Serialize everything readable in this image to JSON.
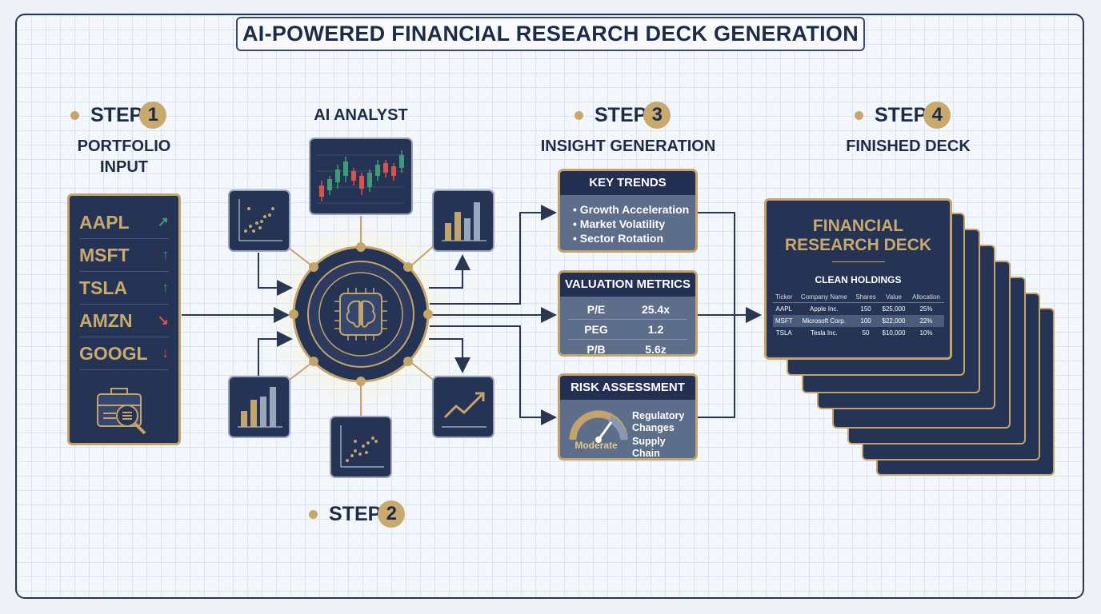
{
  "title": "AI-POWERED FINANCIAL RESEARCH DECK GENERATION",
  "step1": {
    "word": "STEP",
    "number": "1",
    "label_line1": "PORTFOLIO",
    "label_line2": "INPUT"
  },
  "step2": {
    "word": "STEP",
    "number": "2",
    "label": "AI ANALYST"
  },
  "step3": {
    "word": "STEP",
    "number": "3",
    "label": "INSIGHT GENERATION"
  },
  "step4": {
    "word": "STEP",
    "number": "4",
    "label": "FINISHED DECK"
  },
  "portfolio": {
    "tickers": [
      {
        "symbol": "AAPL",
        "arrow": "↗",
        "arrow_color": "#3f9b76"
      },
      {
        "symbol": "MSFT",
        "arrow": "↑",
        "arrow_color": "#3f9b76"
      },
      {
        "symbol": "TSLA",
        "arrow": "↑",
        "arrow_color": "#3f9b76"
      },
      {
        "symbol": "AMZN",
        "arrow": "↘",
        "arrow_color": "#d9534f"
      },
      {
        "symbol": "GOOGL",
        "arrow": "↓",
        "arrow_color": "#d9534f"
      }
    ],
    "icon": "briefcase-magnifier-icon"
  },
  "key_trends": {
    "header": "KEY TRENDS",
    "items": [
      "Growth Acceleration",
      "Market Volatility",
      "Sector Rotation"
    ]
  },
  "valuation": {
    "header": "VALUATION METRICS",
    "rows": [
      {
        "metric": "P/E",
        "value": "25.4x"
      },
      {
        "metric": "PEG",
        "value": "1.2"
      },
      {
        "metric": "P/B",
        "value": "5.6z"
      }
    ]
  },
  "risk": {
    "header": "RISK ASSESSMENT",
    "gauge_label": "Moderate",
    "factors_line1": "Regulatory",
    "factors_line2": "Changes",
    "factors_line3": "Supply Chain"
  },
  "deck": {
    "title_line1": "FINANCIAL",
    "title_line2": "RESEARCH DECK",
    "subtitle": "CLEAN HOLDINGS",
    "columns": [
      "Ticker",
      "Company Name",
      "Shares",
      "Value",
      "Allocation"
    ],
    "rows": [
      [
        "AAPL",
        "Apple Inc.",
        "150",
        "$25,000",
        "25%"
      ],
      [
        "MSFT",
        "Microsoft Corp.",
        "100",
        "$22,000",
        "22%"
      ],
      [
        "TSLA",
        "Tesla Inc.",
        "50",
        "$10,000",
        "10%"
      ]
    ]
  },
  "colors": {
    "navy": "#253355",
    "gold": "#c4a46a",
    "up": "#3f9b76",
    "down": "#d9534f"
  }
}
